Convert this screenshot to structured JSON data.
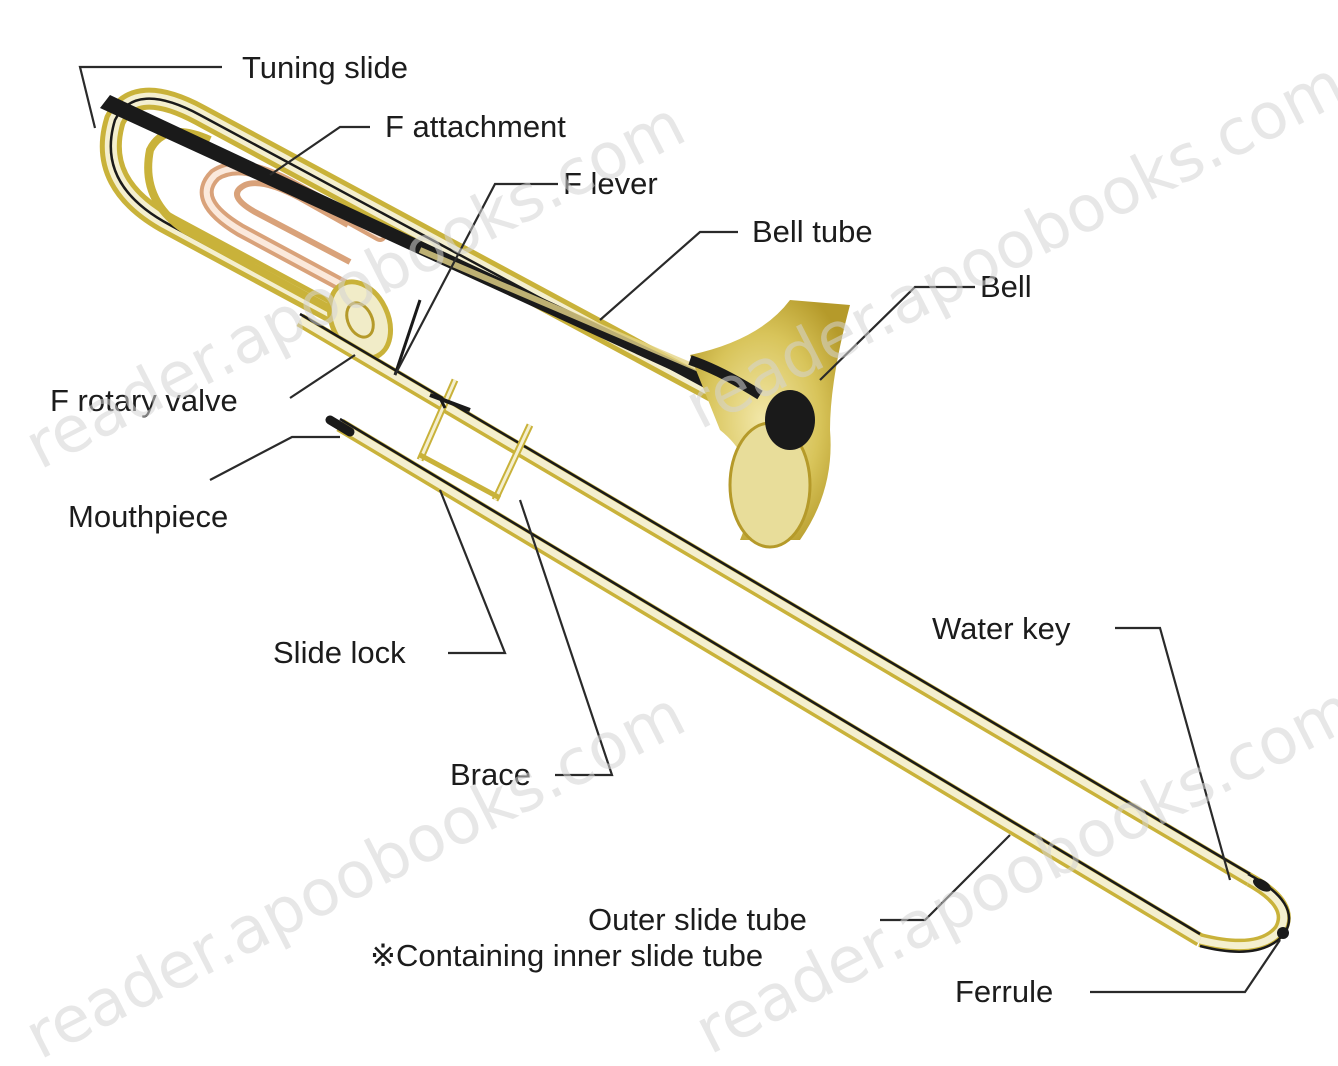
{
  "labels": {
    "tuning_slide": "Tuning slide",
    "f_attachment": "F attachment",
    "f_lever": "F lever",
    "bell_tube": "Bell tube",
    "bell": "Bell",
    "f_rotary_valve": "F rotary valve",
    "mouthpiece": "Mouthpiece",
    "slide_lock": "Slide lock",
    "brace": "Brace",
    "water_key": "Water key",
    "outer_slide_tube": "Outer slide tube",
    "containing_inner": "※Containing inner slide tube",
    "ferrule": "Ferrule"
  },
  "watermark": {
    "text": "reader.apoobooks.com"
  },
  "colors": {
    "brass": "#c9b23a",
    "brass_light": "#e6d68a",
    "copper": "#d9a27a",
    "tube_dark": "#1a1a1a",
    "label_text": "#1c1c1c"
  }
}
